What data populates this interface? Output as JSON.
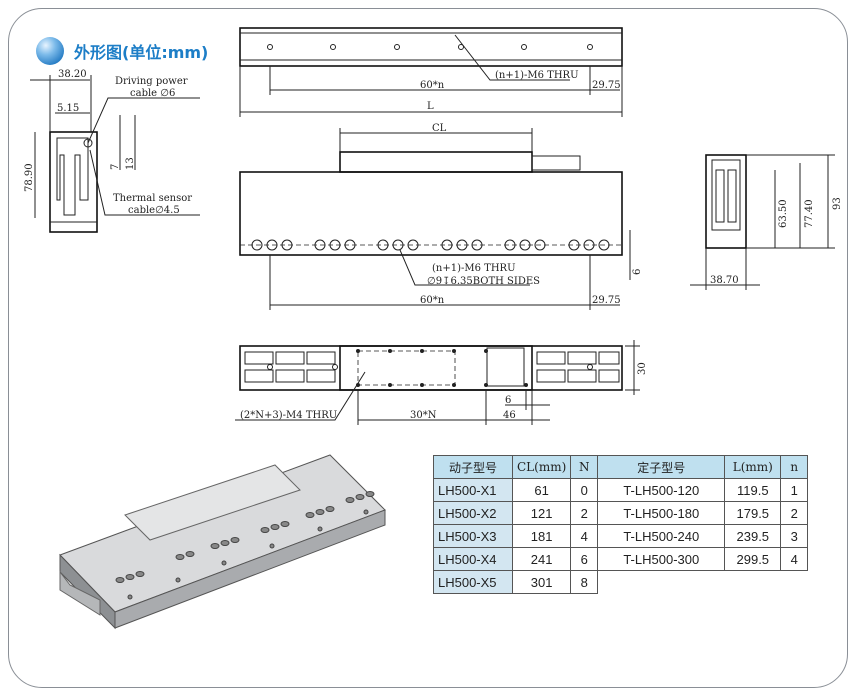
{
  "title": "外形图(单位:mm)",
  "side_view": {
    "width": "38.20",
    "offset": "5.15",
    "height": "78.90",
    "dim_7": "7",
    "dim_13": "13",
    "power_cable": "Driving power",
    "power_cable_2": "cable ∅6",
    "sensor_cable": "Thermal sensor",
    "sensor_cable_2": "cable∅4.5"
  },
  "top_view": {
    "holes": "(n+1)-M6 THRU",
    "pitch": "60*n",
    "end": "29.75",
    "length": "L"
  },
  "front_view": {
    "cl": "CL",
    "holes": "(n+1)-M6 THRU",
    "counterbore": "∅9↧6.35BOTH SIDES",
    "pitch": "60*n",
    "end": "29.75",
    "dim_6": "6"
  },
  "end_view": {
    "h1": "63.50",
    "h2": "77.40",
    "h3": "93",
    "width": "38.70"
  },
  "bottom_view": {
    "holes": "(2*N+3)-M4 THRU",
    "pitch": "30*N",
    "dim_6": "6",
    "dim_46": "46",
    "dim_30": "30"
  },
  "table": {
    "headers": [
      "动子型号",
      "CL(mm)",
      "N",
      "定子型号",
      "L(mm)",
      "n"
    ],
    "rows": [
      [
        "LH500-X1",
        "61",
        "0",
        "T-LH500-120",
        "119.5",
        "1"
      ],
      [
        "LH500-X2",
        "121",
        "2",
        "T-LH500-180",
        "179.5",
        "2"
      ],
      [
        "LH500-X3",
        "181",
        "4",
        "T-LH500-240",
        "239.5",
        "3"
      ],
      [
        "LH500-X4",
        "241",
        "6",
        "T-LH500-300",
        "299.5",
        "4"
      ],
      [
        "LH500-X5",
        "301",
        "8",
        "",
        "",
        ""
      ]
    ]
  }
}
